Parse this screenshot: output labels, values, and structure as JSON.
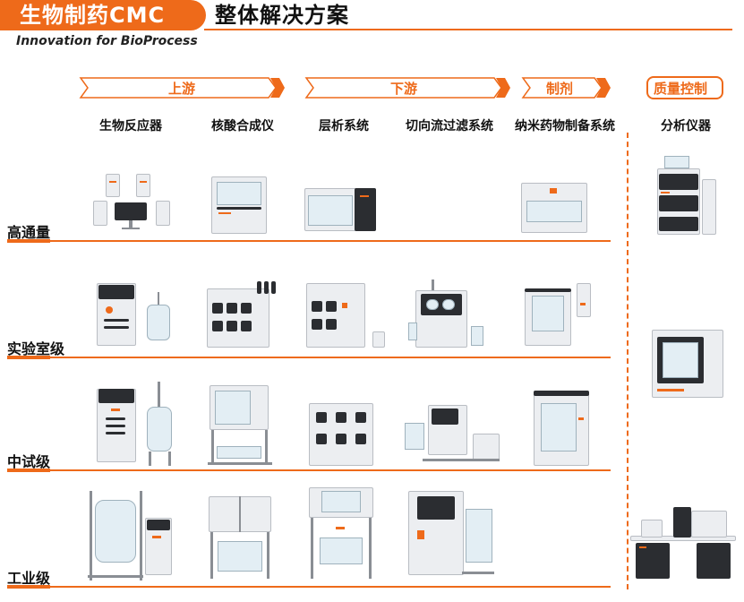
{
  "header": {
    "title_main": "生物制药CMC",
    "title_sub": "整体解决方案",
    "tagline": "Innovation for BioProcess"
  },
  "categories": {
    "upstream": "上游",
    "downstream": "下游",
    "formulation": "制剂",
    "quality_control": "质量控制"
  },
  "columns": [
    "生物反应器",
    "核酸合成仪",
    "层析系统",
    "切向流过滤系统",
    "纳米药物制备系统",
    "分析仪器"
  ],
  "rows": [
    "高通量",
    "实验室级",
    "中试级",
    "工业级"
  ],
  "colors": {
    "accent": "#ee6a1a",
    "text": "#111111",
    "background": "#ffffff"
  }
}
